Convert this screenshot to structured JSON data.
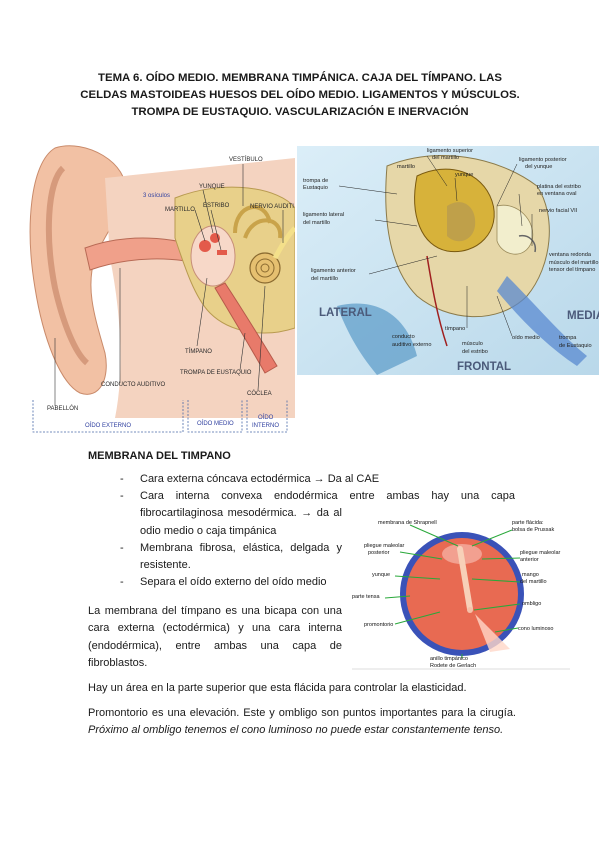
{
  "title": {
    "line1": "TEMA 6. OÍDO MEDIO. MEMBRANA TIMPÁNICA. CAJA DEL TÍMPANO. LAS",
    "line2": "CELDAS MASTOIDEAS HUESOS DEL OÍDO MEDIO. LIGAMENTOS Y MÚSCULOS.",
    "line3": "TROMPA DE EUSTAQUIO. VASCULARIZACIÓN E INERVACIÓN"
  },
  "figure_ear": {
    "labels": {
      "vestibulo": "VESTÍBULO",
      "yunque": "YUNQUE",
      "osiculos": "3 osículos",
      "martillo": "MARTILLO",
      "estribo": "ESTRIBO",
      "nervio": "NERVIO AUDITI",
      "timpano": "TÍMPANO",
      "trompa": "TROMPA DE EUSTAQUIO",
      "conducto": "CONDUCTO AUDITIVO",
      "coclea": "CÓCLEA",
      "pabellon": "PABELLÓN",
      "oido_externo": "OÍDO EXTERNO",
      "oido_medio": "OÍDO MEDIO",
      "oido_interno_1": "OÍDO",
      "oido_interno_2": "INTERNO"
    }
  },
  "figure_model": {
    "labels": {
      "trompa1": "trompa de",
      "trompa2": "Eustaquio",
      "martillo": "martillo",
      "lig_sup1": "ligamento superior",
      "lig_sup2": "del martillo",
      "yunque": "yunque",
      "lig_post1": "ligamento posterior",
      "lig_post2": "del yunque",
      "platina1": "platina del estribo",
      "platina2": "en ventana oval",
      "nervio": "nervio facial VII",
      "lig_lat1": "ligamento lateral",
      "lig_lat2": "del martillo",
      "ventana": "ventana redonda",
      "musculo_t1": "músculo del martillo",
      "musculo_t2": "tensor del tímpano",
      "lig_ant1": "ligamento anterior",
      "lig_ant2": "del martillo",
      "lateral": "LATERAL",
      "medial": "MEDIAL",
      "timpano": "tímpano",
      "conducto1": "conducto",
      "conducto2": "auditivo externo",
      "musculo_e1": "músculo",
      "musculo_e2": "del estribo",
      "oido_medio": "oído medio",
      "trompa_b1": "trompa",
      "trompa_b2": "de Eustaquio",
      "frontal": "FRONTAL"
    }
  },
  "figure_membrane": {
    "labels": {
      "shrapnell": "membrana de Shrapnell",
      "flacida1": "parte flácida:",
      "flacida2": "bolsa de Prussak",
      "pliegue_post1": "pliegue maleolar",
      "pliegue_post2": "posterior",
      "pliegue_ant1": "pliegue maleolar",
      "pliegue_ant2": "anterior",
      "yunque": "yunque",
      "mango1": "mango",
      "mango2": "del martillo",
      "tensa": "parte tensa",
      "ombligo": "ombligo",
      "promontorio": "promontorio",
      "cono": "cono luminoso",
      "anillo1": "anillo timpánico",
      "anillo2": "Rodete de Gerlach"
    }
  },
  "section_heading": "MEMBRANA DEL TIMPANO",
  "bullets": [
    "Cara externa cóncava ectodérmica → Da al CAE",
    "Cara interna convexa endodérmica entre ambas hay una capa fibrocartilaginosa mesodérmica. → da al odio medio o caja timpánica",
    "Membrana fibrosa, elástica, delgada y resistente.",
    "Separa el oído externo del oído medio"
  ],
  "paragraphs": {
    "p1": "La membrana del tímpano es una bicapa con una cara externa (ectodérmica) y una cara interna (endodérmica), entre ambas una capa de fibroblastos.",
    "p2": "Hay un área en la parte superior que esta flácida para controlar la elasticidad.",
    "p3a": "Promontorio es una elevación. Este y ombligo son puntos importantes para la cirugía. ",
    "p3b": "Próximo al ombligo tenemos el cono luminoso no puede estar constantemente tenso."
  },
  "colors": {
    "skin": "#f2c1a4",
    "bone": "#e8d08a",
    "model_bg": "#c9e3f2",
    "membrane": "#e86a52",
    "ring": "#3a52b8",
    "arrow": "#29a83a"
  }
}
